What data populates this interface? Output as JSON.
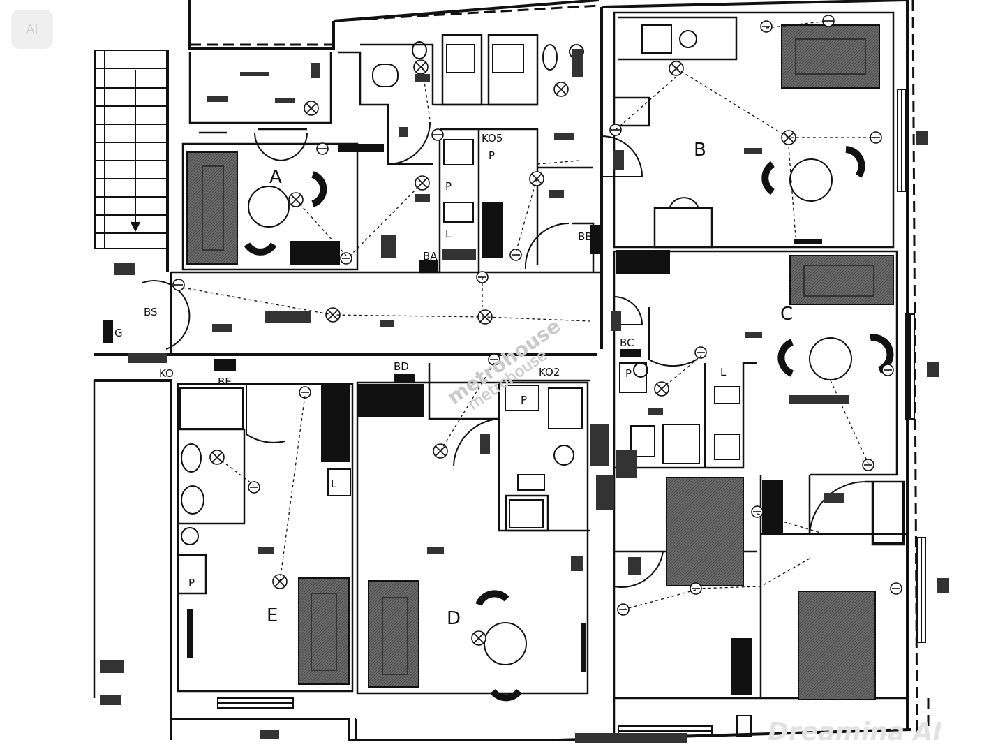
{
  "badge": {
    "text": "AI"
  },
  "rooms": {
    "a": "A",
    "b": "B",
    "c": "C",
    "d": "D",
    "e": "E"
  },
  "codes": {
    "ko5": "KO5",
    "ko2": "KO2",
    "ko": "KO",
    "ba": "BA",
    "bd": "BD",
    "bc": "BC",
    "be": "BE",
    "g": "G",
    "bs": "BS",
    "bb": "BB"
  },
  "fixtures": {
    "p": "P",
    "l": "L"
  },
  "watermarks": {
    "brand_line1": "metrohouse",
    "brand_line2": "metrohouse",
    "bottom_right": "Dreamina AI"
  }
}
